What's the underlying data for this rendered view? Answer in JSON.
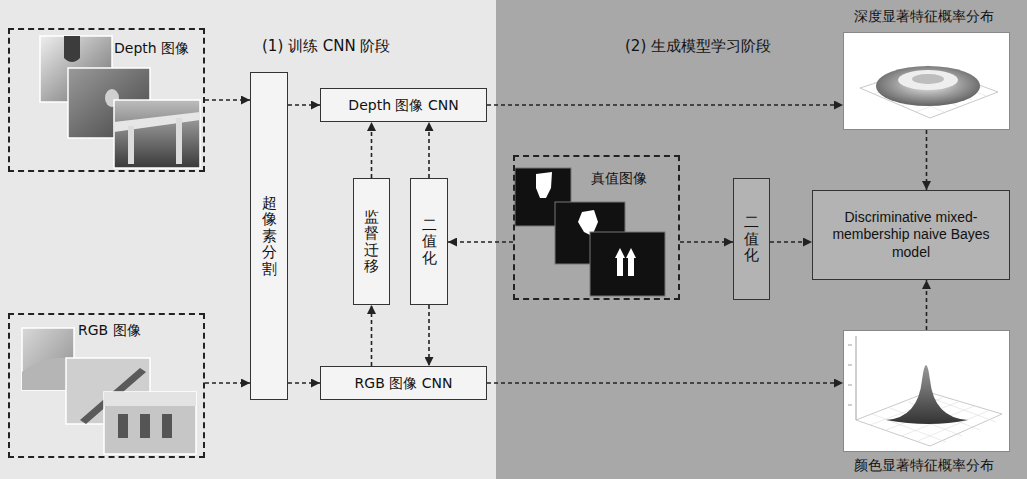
{
  "diagram": {
    "nodes": [
      {
        "text": [
          "Depth 图像"
        ]
      },
      {
        "text": [
          "RGB 图像"
        ]
      },
      {
        "text": [
          "超像素分割"
        ]
      },
      {
        "text": [
          "Depth 图像 CNN"
        ]
      },
      {
        "text": [
          "监督迁移"
        ]
      },
      {
        "text": [
          "二值化"
        ]
      },
      {
        "text": [
          "RGB 图像 CNN"
        ]
      },
      {
        "text": [
          "真值图像"
        ]
      },
      {
        "text": [
          "二值化"
        ]
      },
      {
        "text": [
          "深度显著特征概率分布"
        ]
      },
      {
        "text": [
          "Discriminative mixed-membership naive Bayes model"
        ]
      },
      {
        "text": [
          "颜色显著特征概率分布"
        ]
      }
    ],
    "edges": [
      {
        "from": 0,
        "to": 2,
        "arrow": "to"
      },
      {
        "from": 1,
        "to": 2,
        "arrow": "to"
      },
      {
        "from": 2,
        "to": 3,
        "arrow": "to"
      },
      {
        "from": 2,
        "to": 6,
        "arrow": "to"
      },
      {
        "from": 4,
        "to": 3,
        "arrow": "to"
      },
      {
        "from": 6,
        "to": 4,
        "arrow": "to"
      },
      {
        "from": 5,
        "to": 3,
        "arrow": "to"
      },
      {
        "from": 5,
        "to": 6,
        "arrow": "to"
      },
      {
        "from": 7,
        "to": 5,
        "arrow": "to"
      },
      {
        "from": 7,
        "to": 8,
        "arrow": "to"
      },
      {
        "from": 3,
        "to": 9,
        "arrow": "to"
      },
      {
        "from": 6,
        "to": 11,
        "arrow": "to"
      },
      {
        "from": 8,
        "to": 10,
        "arrow": "to"
      },
      {
        "from": 9,
        "to": 10,
        "arrow": "to"
      },
      {
        "from": 11,
        "to": 10,
        "arrow": "to"
      }
    ],
    "labels": [
      "(1) 训练 CNN 阶段",
      "(2) 生成模型学习阶段"
    ]
  }
}
